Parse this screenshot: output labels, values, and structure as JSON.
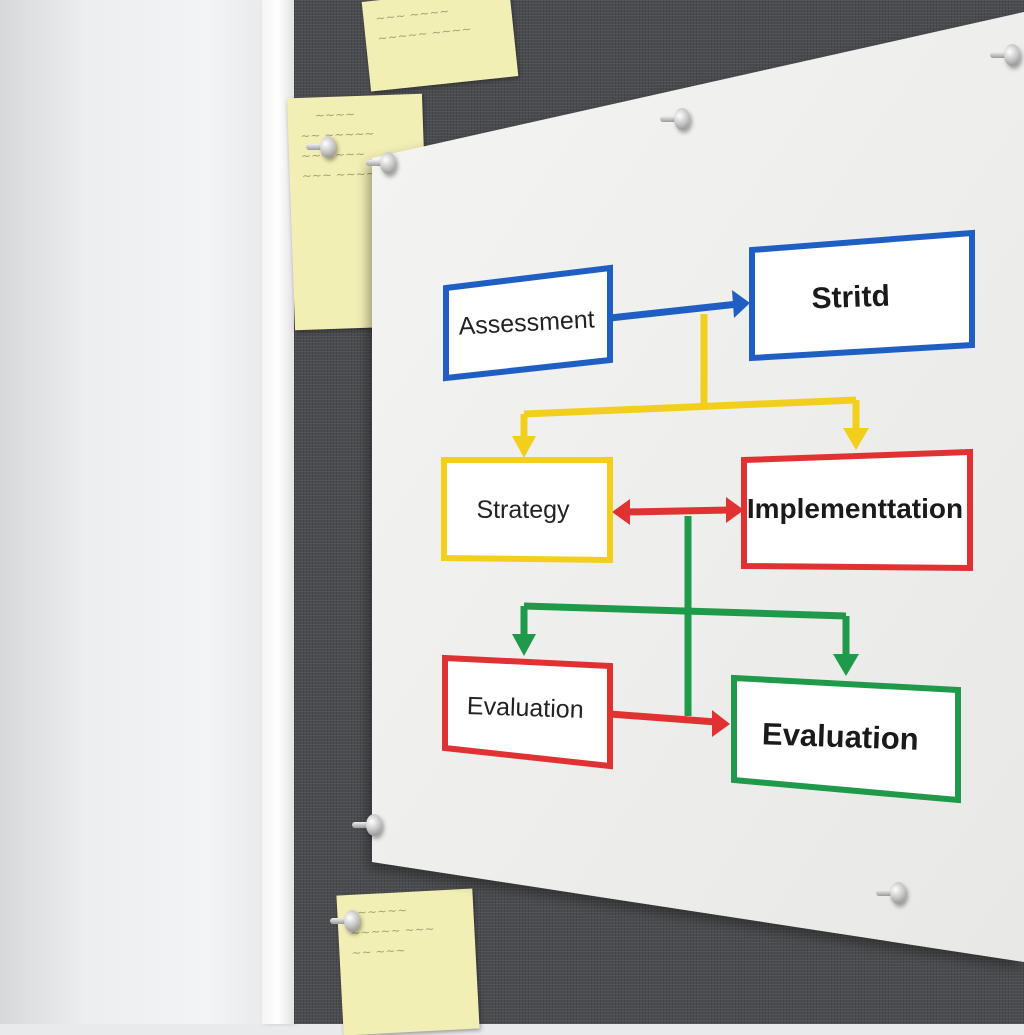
{
  "diagram": {
    "boxes": [
      {
        "id": "assessment",
        "label": "Assessment",
        "color": "#1f5fc4"
      },
      {
        "id": "stritd",
        "label": "Stritd",
        "color": "#1f5fc4"
      },
      {
        "id": "strategy",
        "label": "Strategy",
        "color": "#f2cf1d"
      },
      {
        "id": "implementation",
        "label": "Implementtation",
        "color": "#e03232"
      },
      {
        "id": "evaluation-left",
        "label": "Evaluation",
        "color": "#e03232"
      },
      {
        "id": "evaluation-right",
        "label": "Evaluation",
        "color": "#1f9a4a"
      }
    ],
    "connector_colors": {
      "blue": "#1f5fc4",
      "yellow": "#f2cf1d",
      "red": "#e03232",
      "green": "#1f9a4a"
    }
  }
}
